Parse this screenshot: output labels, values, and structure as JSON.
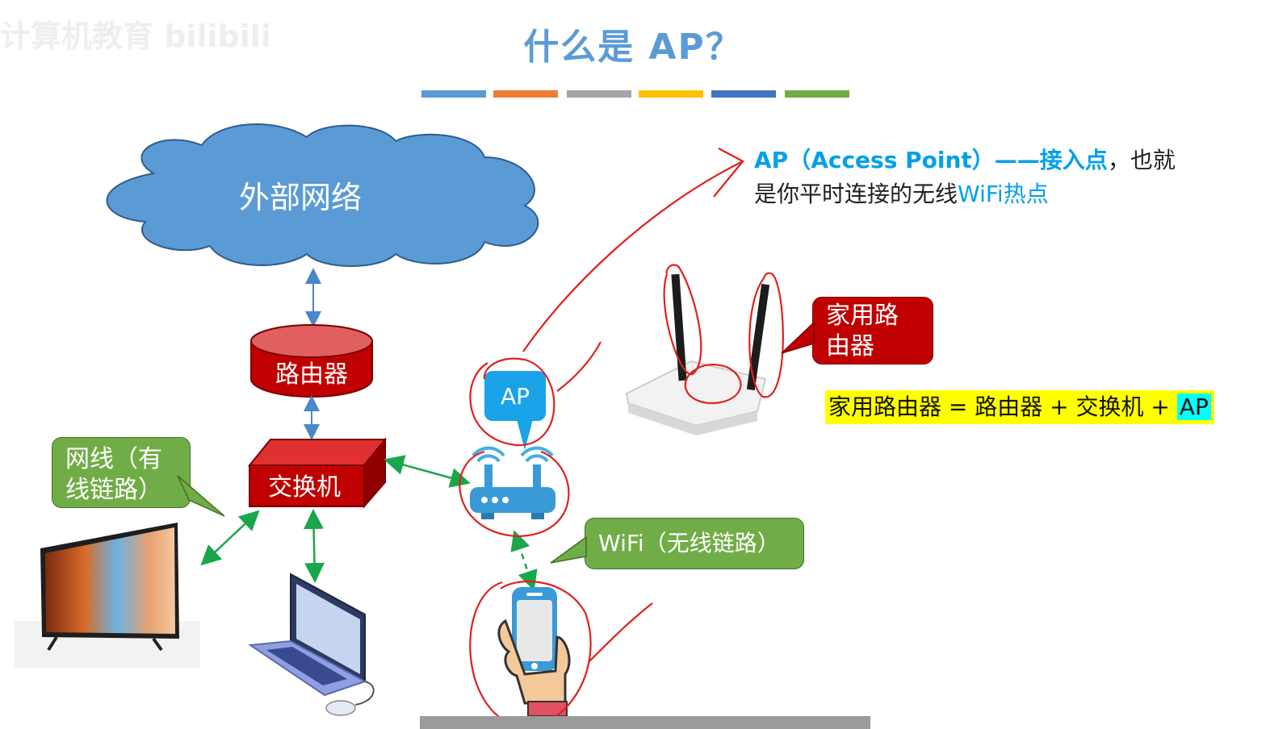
{
  "watermark": "计算机教育 bilibili",
  "title": "什么是 AP？",
  "color_bars": [
    "#5b9bd5",
    "#ed7d31",
    "#a5a5a5",
    "#ffc000",
    "#4472c4",
    "#70ad47"
  ],
  "nodes": {
    "cloud": "外部网络",
    "router": "路由器",
    "switch": "交换机",
    "ap_badge": "AP"
  },
  "callouts": {
    "wired_line1": "网线（有",
    "wired_line2": "线链路）",
    "home_router_line1": "家用路",
    "home_router_line2": "由器",
    "wifi": "WiFi（无线链路）"
  },
  "ap_description": {
    "term": "AP（Access Point）——接入点",
    "rest1": "，也就",
    "rest2": "是你平时连接的无线",
    "hotspot": "WiFi热点"
  },
  "formula": {
    "text": "家用路由器 = 路由器 + 交换机 + ",
    "ap": "AP"
  },
  "colors": {
    "node_red": "#c00000",
    "cloud_blue": "#5b9bd5",
    "callout_green": "#70ad47",
    "annotation_red": "#e02020",
    "link_green": "#1aa64a",
    "link_blue": "#4a86c8"
  }
}
